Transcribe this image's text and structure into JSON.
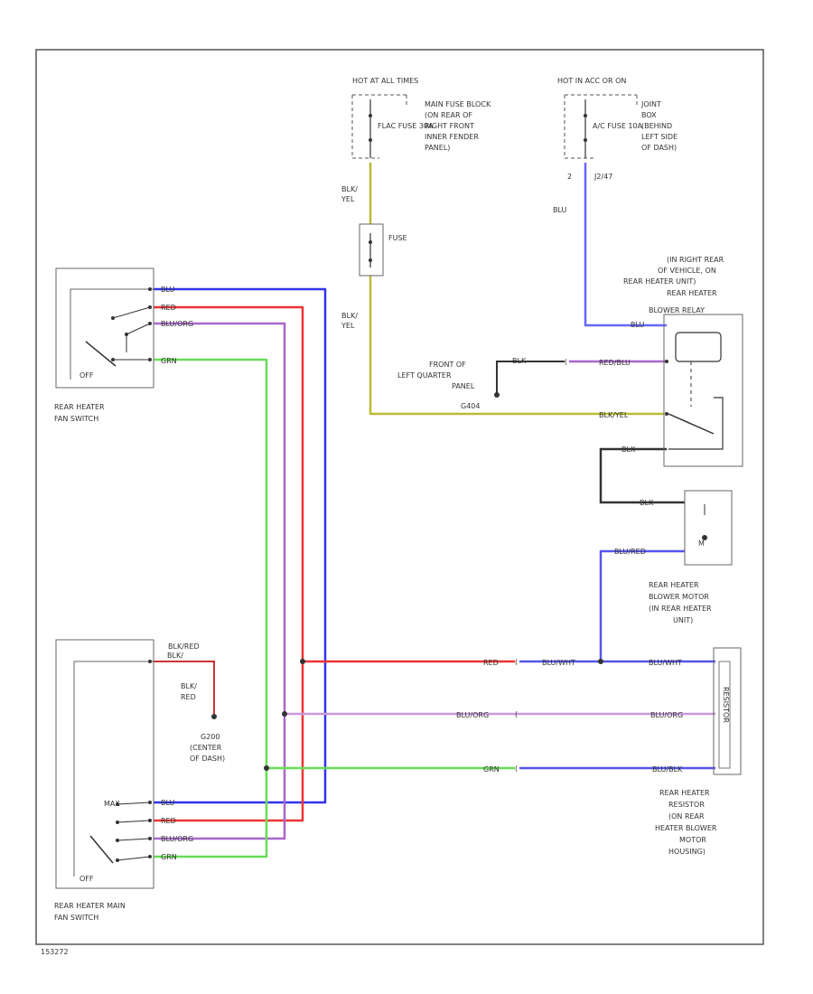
{
  "colors": {
    "blue": "#3333ee",
    "red": "#ee3333",
    "violet": "#aa66cc",
    "green": "#66dd55",
    "yellow": "#bbbb33",
    "black": "#333333",
    "frame": "#555555"
  },
  "fuse_block_main": {
    "header": "HOT AT ALL TIMES",
    "fuse_label": "FLAC FUSE 30A",
    "note": [
      "MAIN FUSE BLOCK",
      "(ON REAR OF",
      "RIGHT FRONT",
      "INNER FENDER",
      "PANEL)"
    ]
  },
  "fuse_block_acc": {
    "header": "HOT IN ACC OR ON",
    "fuse_label": "A/C FUSE 10A",
    "note": [
      "JOINT",
      "BOX",
      "(BEHIND",
      "LEFT SIDE",
      "OF DASH)"
    ],
    "connector": "2",
    "pin": "J2/47"
  },
  "wire_labels": {
    "blk_yel_top": [
      "BLK/",
      "YEL"
    ],
    "blk_yel_mid": [
      "BLK/",
      "YEL"
    ],
    "blu": "BLU",
    "blu_relay": "BLU",
    "fuse": "FUSE",
    "blk": "BLK",
    "red_blu": "RED/BLU",
    "blk_yel_relay": "BLK/YEL",
    "blk_relay_out": "BLK",
    "blk_motor": "BLK",
    "blu_red_motor": "BLU/RED",
    "blk_red": [
      "BLK/",
      "RED"
    ],
    "blk_red2": [
      "BLK/",
      "RED"
    ],
    "red": "RED",
    "blu_wht": "BLU/WHT",
    "blu_wht2": "BLU/WHT",
    "blu_org": "BLU/ORG",
    "blu_org2": "BLU/ORG",
    "grn": "GRN",
    "blu_blk": "BLU/BLK"
  },
  "ground_left_quarter": [
    "FRONT OF",
    "LEFT QUARTER",
    "PANEL",
    "G404"
  ],
  "ground_dash": [
    "G200",
    "(CENTER",
    "OF DASH)"
  ],
  "relay": {
    "location": [
      "(IN RIGHT REAR",
      "OF VEHICLE, ON",
      "REAR HEATER UNIT)",
      "REAR HEATER",
      "BLOWER RELAY"
    ]
  },
  "blower_motor": {
    "label": [
      "REAR HEATER",
      "BLOWER MOTOR",
      "(IN REAR HEATER",
      "UNIT)"
    ],
    "symbol": "M"
  },
  "resistor": {
    "label": [
      "REAR HEATER",
      "RESISTOR",
      "(ON REAR",
      "HEATER BLOWER",
      "MOTOR",
      "HOUSING)"
    ],
    "inner": "RESISTOR"
  },
  "fan_switch": {
    "label": [
      "REAR HEATER",
      "FAN SWITCH"
    ],
    "off": "OFF",
    "pins": [
      "BLU",
      "RED",
      "BLU/ORG",
      "GRN"
    ]
  },
  "main_switch": {
    "label": [
      "REAR HEATER MAIN",
      "FAN SWITCH"
    ],
    "off": "OFF",
    "pins": [
      "BLU",
      "RED",
      "BLU/ORG",
      "GRN"
    ],
    "top_pin": "BLK/RED",
    "speed": "MAX"
  },
  "footer_code": "153272"
}
